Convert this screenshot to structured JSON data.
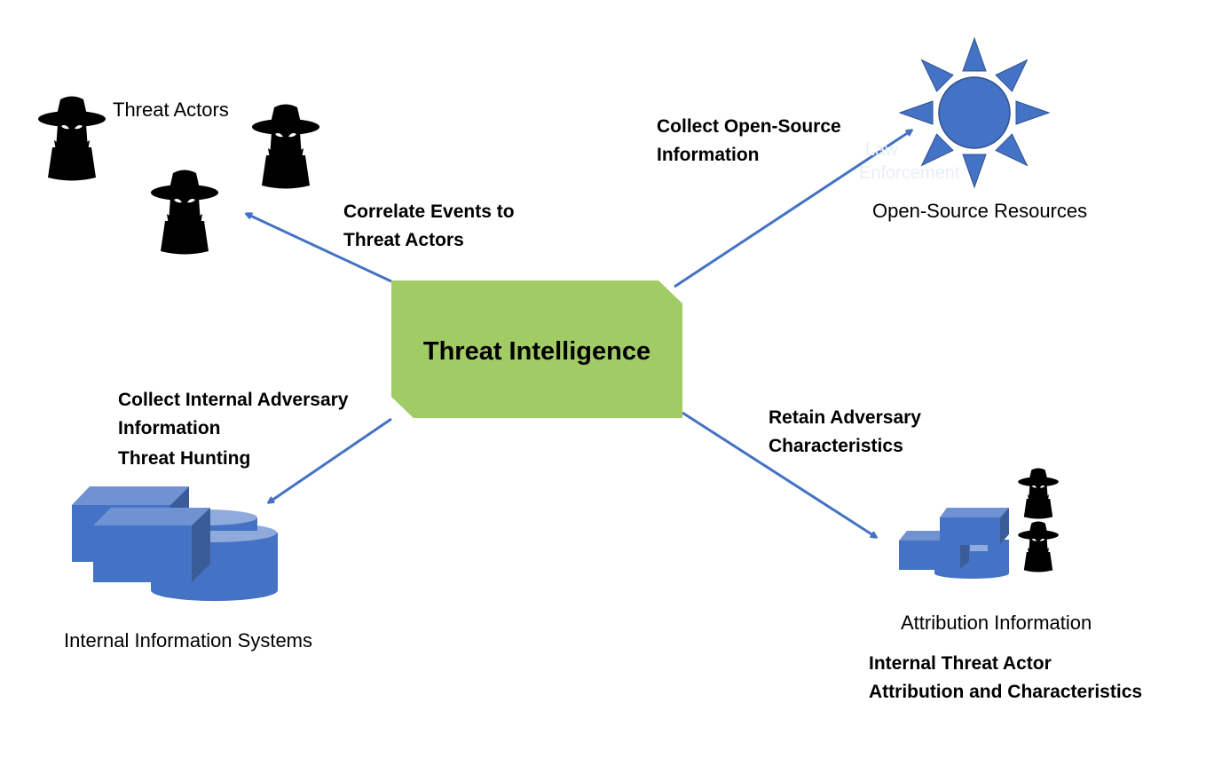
{
  "center": {
    "title": "Threat Intelligence",
    "color": "#a1cb64"
  },
  "nodes": {
    "threat_actors": {
      "label": "Threat Actors"
    },
    "open_source": {
      "label": "Open-Source Resources",
      "faint_text": [
        "Law",
        "Enforcement"
      ]
    },
    "internal_systems": {
      "label": "Internal Information Systems"
    },
    "attribution": {
      "label": "Attribution Information",
      "sublabel": [
        "Internal Threat Actor",
        "Attribution and Characteristics"
      ]
    }
  },
  "edges": {
    "to_threat_actors": [
      "Correlate Events to",
      "Threat Actors"
    ],
    "to_open_source": [
      "Collect Open-Source",
      "Information"
    ],
    "to_internal": [
      "Collect Internal Adversary",
      "Information",
      "Threat Hunting"
    ],
    "to_attribution": [
      "Retain Adversary",
      "Characteristics"
    ]
  },
  "colors": {
    "arrow": "#4472c4",
    "icon_blue": "#4472c4",
    "icon_dark": "#3a5c98",
    "icon_light": "#8faadc",
    "actor": "#000000"
  },
  "icons": [
    "spy-icon",
    "sun-icon",
    "server-database-icon"
  ]
}
